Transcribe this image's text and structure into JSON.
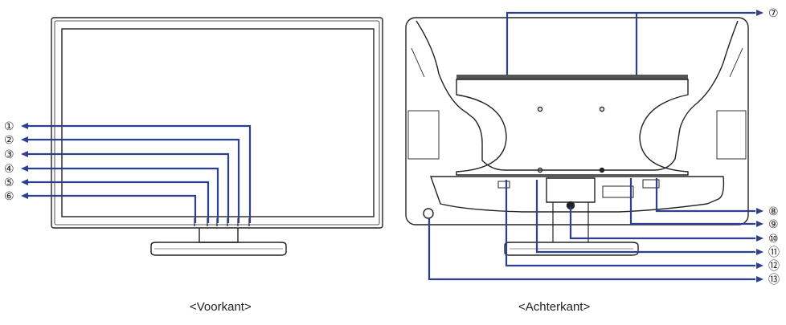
{
  "front": {
    "caption": "<Voorkant>",
    "callouts": [
      "①",
      "②",
      "③",
      "④",
      "⑤",
      "⑥"
    ]
  },
  "back": {
    "caption": "<Achterkant>",
    "callouts": [
      "⑦",
      "⑧",
      "⑨",
      "⑩",
      "⑪",
      "⑫",
      "⑬"
    ]
  },
  "colors": {
    "leader": "#2f3f8f",
    "outline": "#222222"
  }
}
